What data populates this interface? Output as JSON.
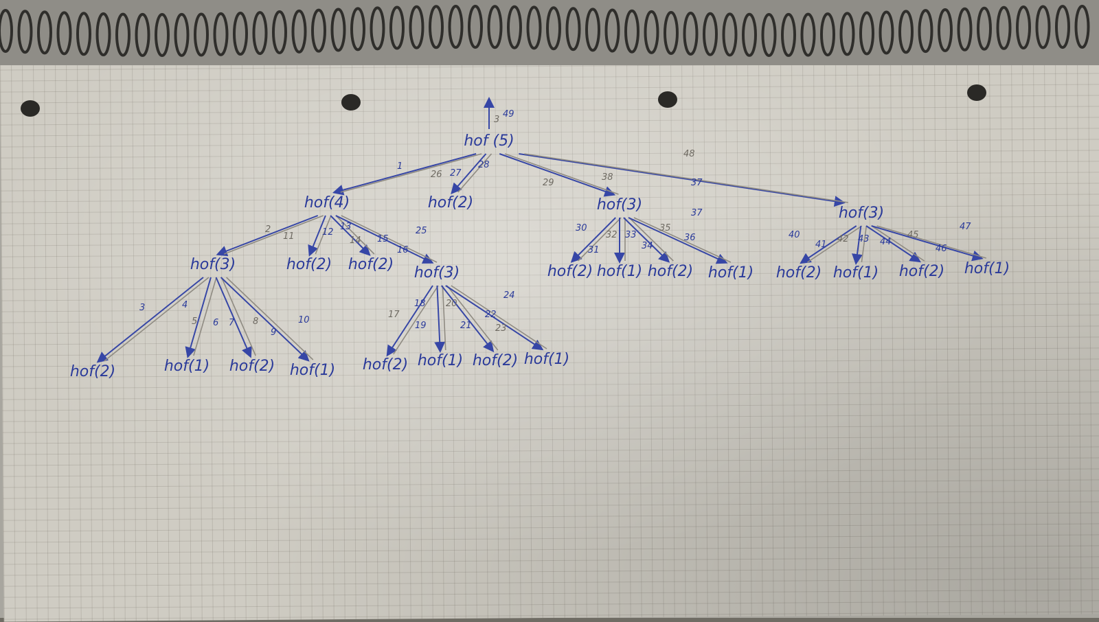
{
  "notebook_page": {
    "root": {
      "label": "hof(5)",
      "return_count": "49",
      "return_count_pencil": "3"
    },
    "nodes": [
      {
        "id": "hof5",
        "label": "hof (5)"
      },
      {
        "id": "hof4",
        "label": "hof(4)"
      },
      {
        "id": "hof2_a",
        "label": "hof(2)"
      },
      {
        "id": "hof3_a",
        "label": "hof(3)"
      },
      {
        "id": "hof3_b",
        "label": "hof(3)"
      },
      {
        "id": "hof3_l",
        "label": "hof(3)"
      },
      {
        "id": "hof2_l1",
        "label": "hof(2)"
      },
      {
        "id": "hof2_l2",
        "label": "hof(2)"
      },
      {
        "id": "hof3_m",
        "label": "hof(3)"
      },
      {
        "id": "leaf1",
        "label": "hof(2)"
      },
      {
        "id": "leaf2",
        "label": "hof(1)"
      },
      {
        "id": "leaf3",
        "label": "hof(2)"
      },
      {
        "id": "leaf4",
        "label": "hof(1)"
      },
      {
        "id": "leaf5",
        "label": "hof(2)"
      },
      {
        "id": "leaf6",
        "label": "hof(1)"
      },
      {
        "id": "leaf7",
        "label": "hof(2)"
      },
      {
        "id": "leaf8",
        "label": "hof(1)"
      },
      {
        "id": "leaf9",
        "label": "hof(2)"
      },
      {
        "id": "leaf10",
        "label": "hof(1)"
      },
      {
        "id": "leaf11",
        "label": "hof(2)"
      },
      {
        "id": "leaf12",
        "label": "hof(1)"
      },
      {
        "id": "leaf13",
        "label": "hof(2)"
      },
      {
        "id": "leaf14",
        "label": "hof(1)"
      },
      {
        "id": "leaf15",
        "label": "hof(2)"
      },
      {
        "id": "leaf16",
        "label": "hof(1)"
      }
    ],
    "step_numbers": [
      "1",
      "2",
      "3",
      "4",
      "5",
      "6",
      "7",
      "8",
      "9",
      "10",
      "11",
      "12",
      "13",
      "14",
      "15",
      "16",
      "17",
      "18",
      "19",
      "20",
      "21",
      "22",
      "23",
      "24",
      "25",
      "26",
      "27",
      "28",
      "29",
      "30",
      "31",
      "32",
      "33",
      "34",
      "35",
      "36",
      "37",
      "38",
      "40",
      "41",
      "42",
      "43",
      "44",
      "45",
      "46",
      "47",
      "48",
      "37"
    ],
    "colors": {
      "ink": "#2a3a9a",
      "pencil": "#8f8b82",
      "paper": "#cfccc3",
      "grid": "#8a857a"
    }
  }
}
